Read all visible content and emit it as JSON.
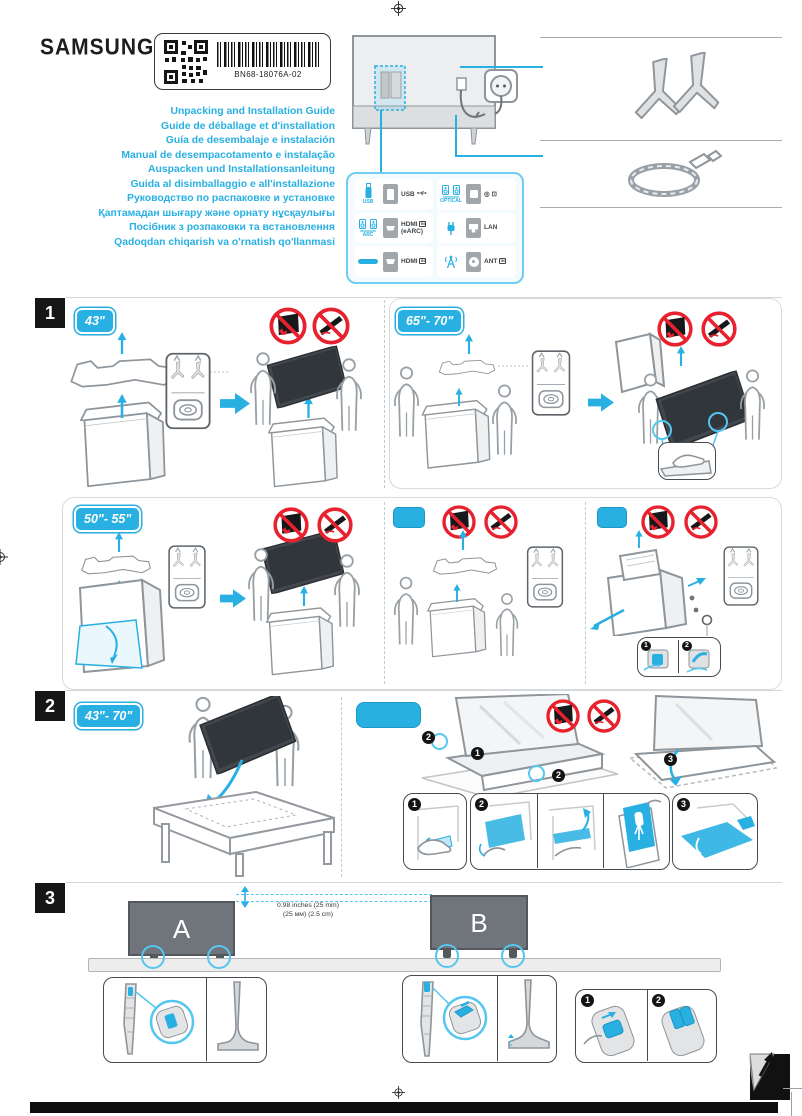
{
  "brand": "SAMSUNG",
  "accent_color": "#29b0e2",
  "prohibition_color": "#e8212e",
  "label_plate": {
    "barcode_text": "BN68-18076A-02"
  },
  "titles": [
    "Unpacking and Installation Guide",
    "Guide de déballage et d'installation",
    "Guía de desembalaje e instalación",
    "Manual de desempacotamento e instalação",
    "Auspacken und Installationsanleitung",
    "Guida al disimballaggio e all'installazione",
    "Руководство по распаковке и установке",
    "Қаптамадан шығару және орнату нұсқаулығы",
    "Посібник з розпаковки та встановлення",
    "Qadoqdan chiqarish va o'rnatish qo'llanmasi"
  ],
  "ports": {
    "left": [
      {
        "caption": "USB",
        "label": "USB"
      },
      {
        "caption": "ARC",
        "label": "HDMI",
        "in_badge": "IN",
        "sub": "(eARC)"
      },
      {
        "caption": "",
        "label": "HDMI",
        "in_badge": "IN"
      }
    ],
    "right": [
      {
        "caption": "OPTICAL",
        "label": "◎ ⊡"
      },
      {
        "caption": "",
        "label": "LAN"
      },
      {
        "caption": "",
        "label": "ANT",
        "in_badge": "IN"
      }
    ]
  },
  "sections": {
    "one": {
      "number": "1",
      "badge_43": "43\"",
      "badge_65_70": "65\"- 70\"",
      "badge_50_55": "50\"- 55\""
    },
    "two": {
      "number": "2",
      "badge_43_70": "43\"- 70\""
    },
    "three": {
      "number": "3",
      "measure_line1": "0.98 inches (25 mm)",
      "measure_line2": "(25 мм) (2.5 cm)",
      "tv_a": "A",
      "tv_b": "B"
    }
  },
  "steps": {
    "one": "1",
    "two": "2",
    "three": "3"
  }
}
